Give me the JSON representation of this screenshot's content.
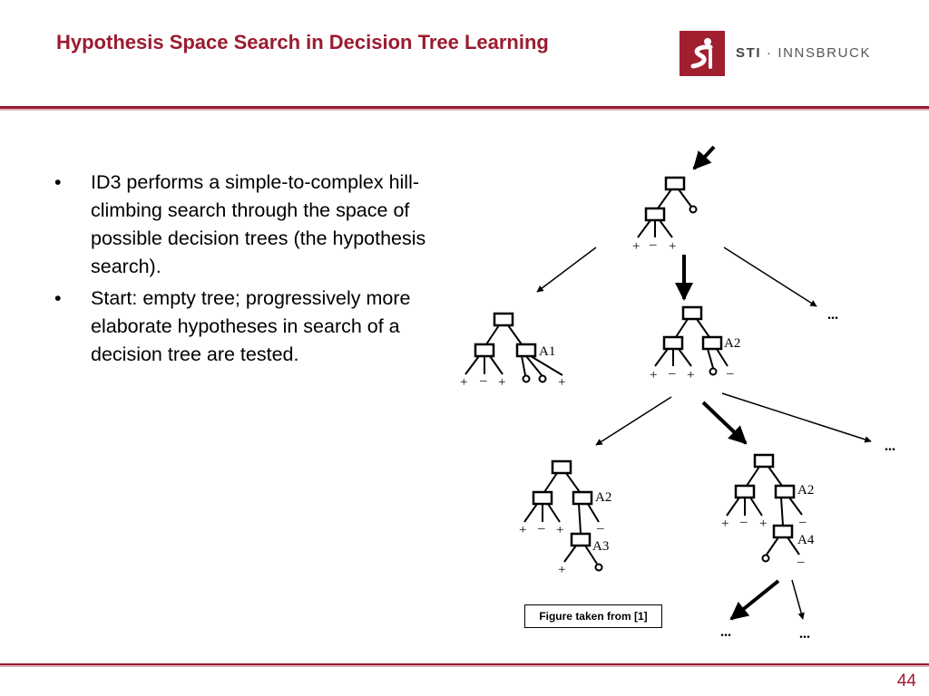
{
  "slide": {
    "title": "Hypothesis Space Search in Decision Tree Learning",
    "logo_brand": "STI",
    "logo_separator": "·",
    "logo_name": "INNSBRUCK",
    "bullets": [
      "ID3 performs a simple-to-complex hill-climbing search through the space of possible decision trees (the hypothesis search).",
      "Start: empty tree; progressively more elaborate hypotheses in search of a decision tree are tested."
    ],
    "bullet_symbol": "•",
    "caption": "Figure taken from [1]",
    "page_number": "44"
  },
  "diagram": {
    "attribute_labels": [
      "A1",
      "A2",
      "A2",
      "A2",
      "A3",
      "A4"
    ],
    "plus": "+",
    "minus": "–",
    "ellipsis": "..."
  },
  "colors": {
    "accent": "#9b1b30",
    "text": "#000000"
  }
}
